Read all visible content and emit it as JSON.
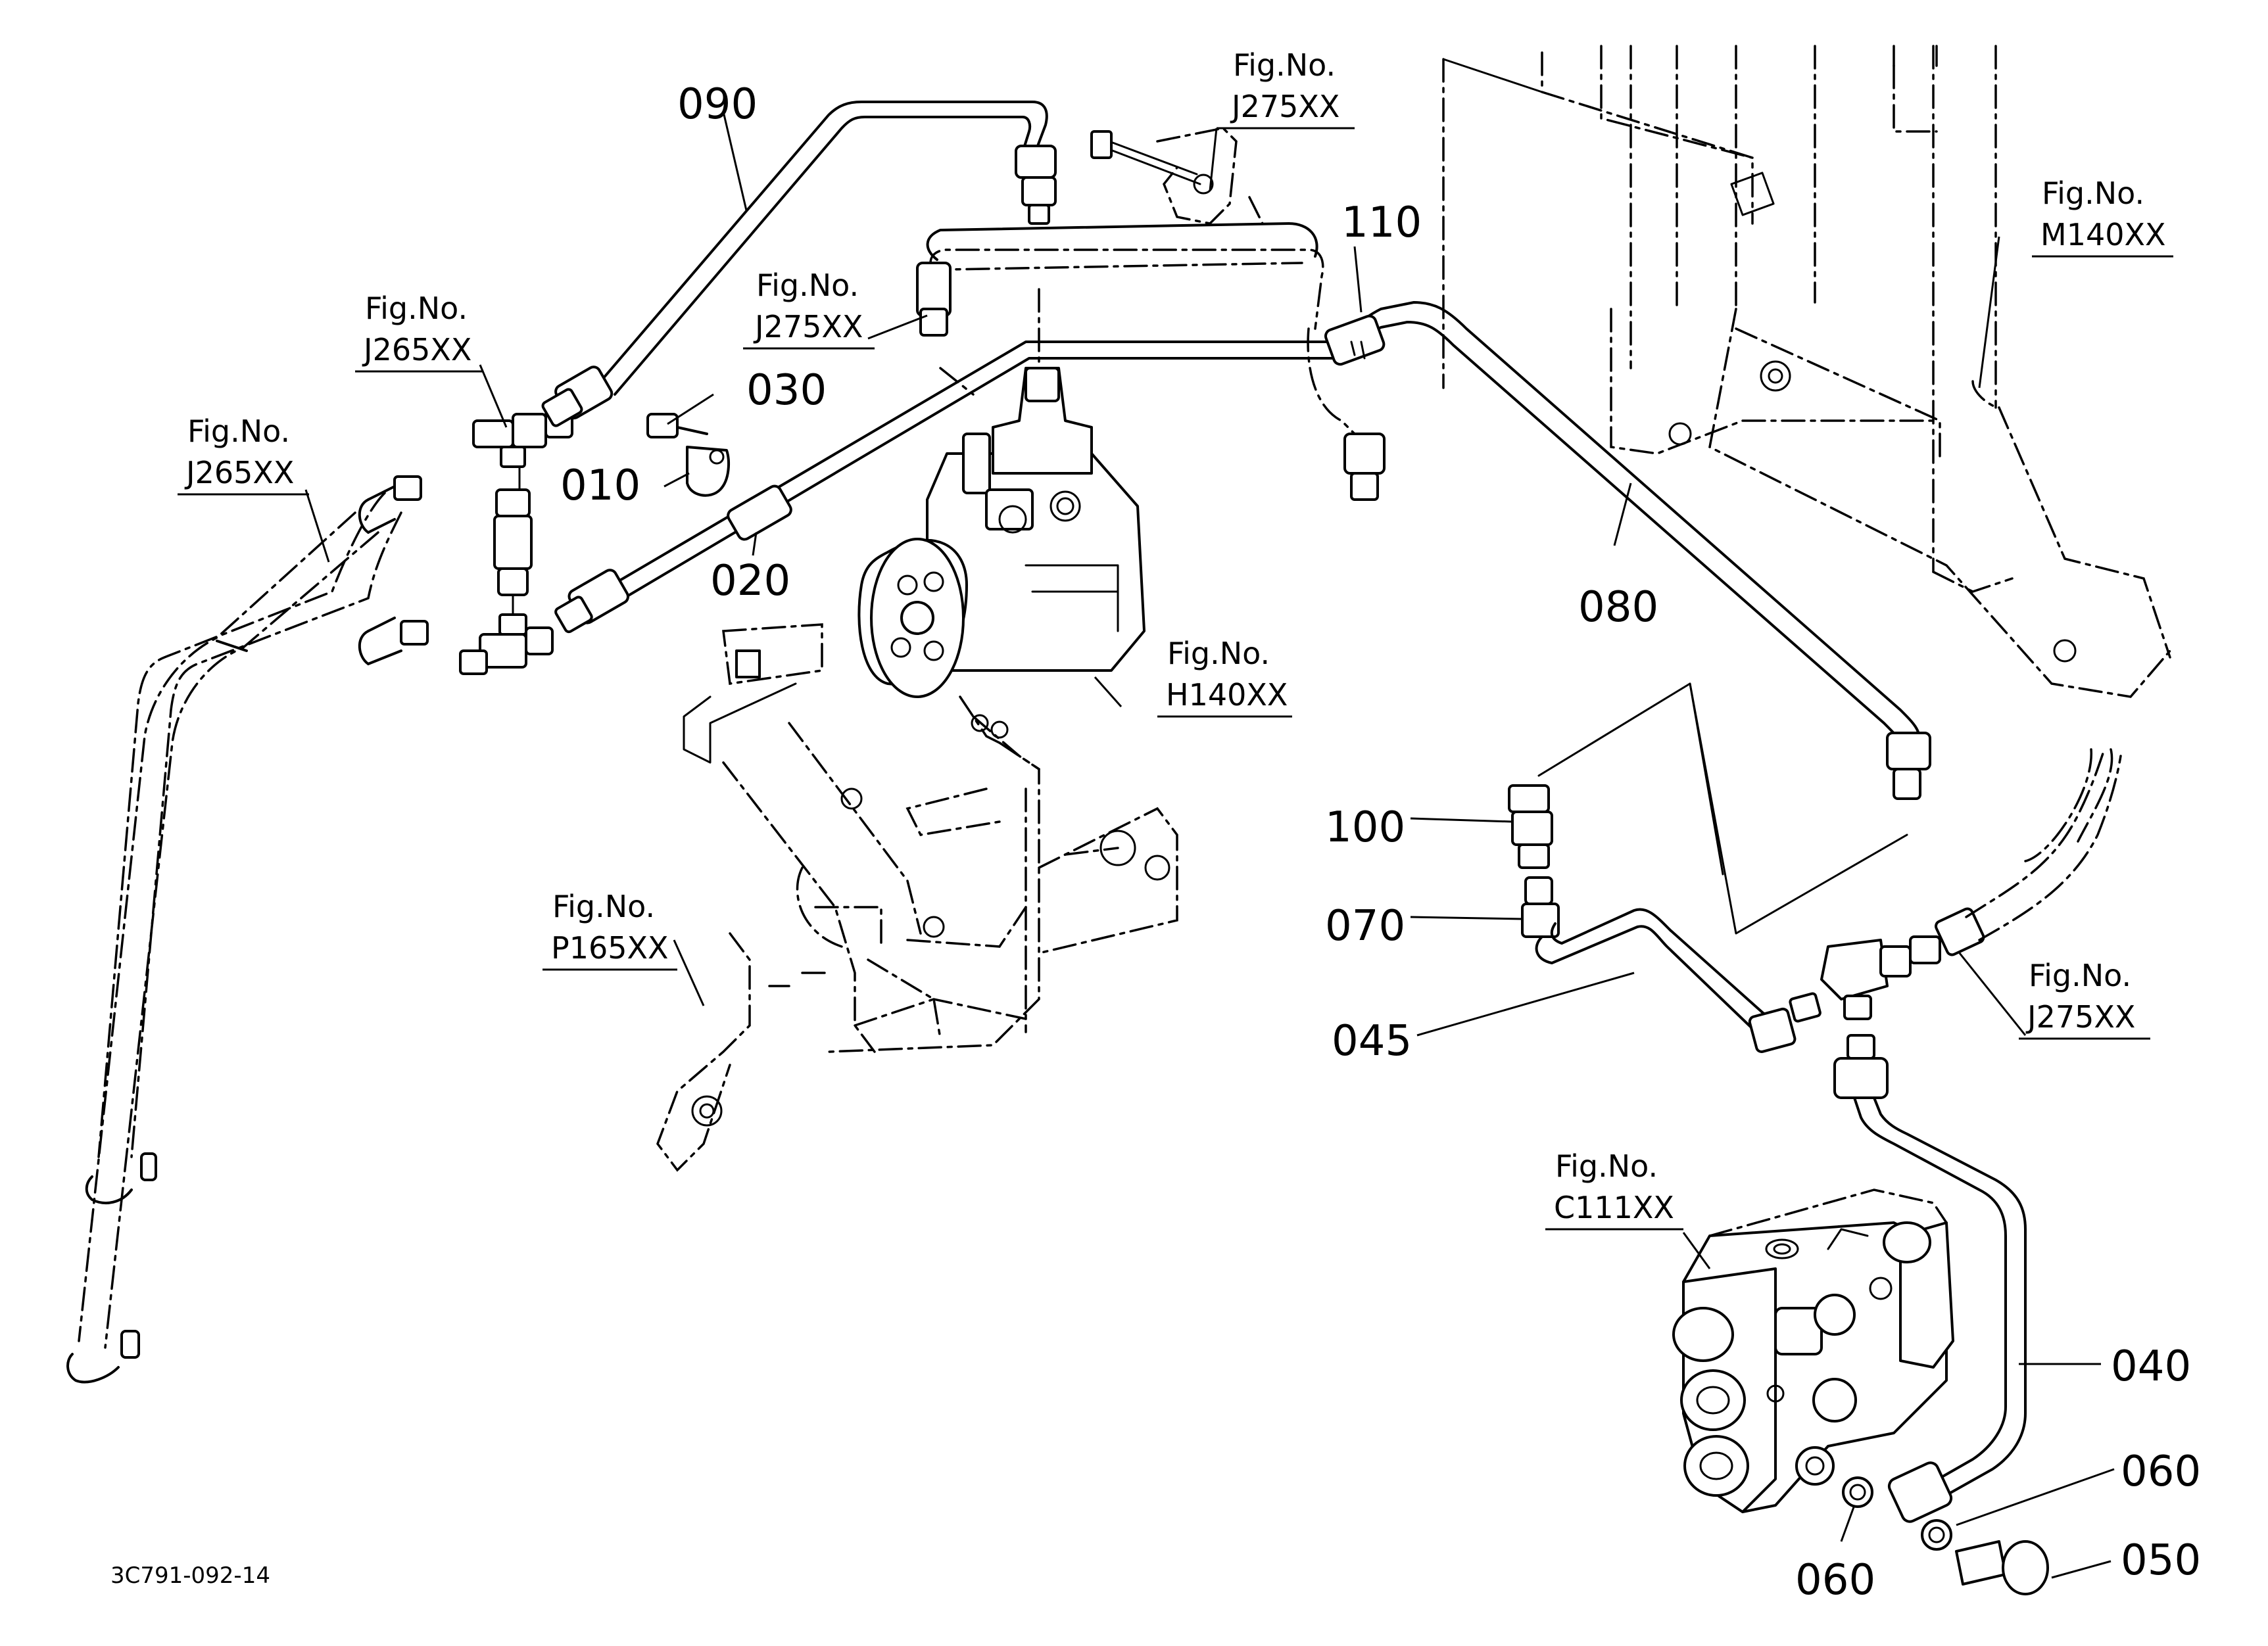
{
  "callouts": {
    "p090": "090",
    "p030": "030",
    "p010": "010",
    "p020": "020",
    "p110": "110",
    "p080": "080",
    "p100": "100",
    "p070": "070",
    "p045": "045",
    "p040": "040",
    "p060a": "060",
    "p060b": "060",
    "p050": "050"
  },
  "figure_refs": {
    "ref_top_j275": {
      "prefix": "Fig.No.",
      "code": "J275XX"
    },
    "ref_mid_j275": {
      "prefix": "Fig.No.",
      "code": "J275XX"
    },
    "ref_j265_a": {
      "prefix": "Fig.No.",
      "code": "J265XX"
    },
    "ref_j265_b": {
      "prefix": "Fig.No.",
      "code": "J265XX"
    },
    "ref_m140": {
      "prefix": "Fig.No.",
      "code": "M140XX"
    },
    "ref_h140": {
      "prefix": "Fig.No.",
      "code": "H140XX"
    },
    "ref_p165": {
      "prefix": "Fig.No.",
      "code": "P165XX"
    },
    "ref_right_j275": {
      "prefix": "Fig.No.",
      "code": "J275XX"
    },
    "ref_c111": {
      "prefix": "Fig.No.",
      "code": "C111XX"
    }
  },
  "drawing_code": "3C791-092-14"
}
